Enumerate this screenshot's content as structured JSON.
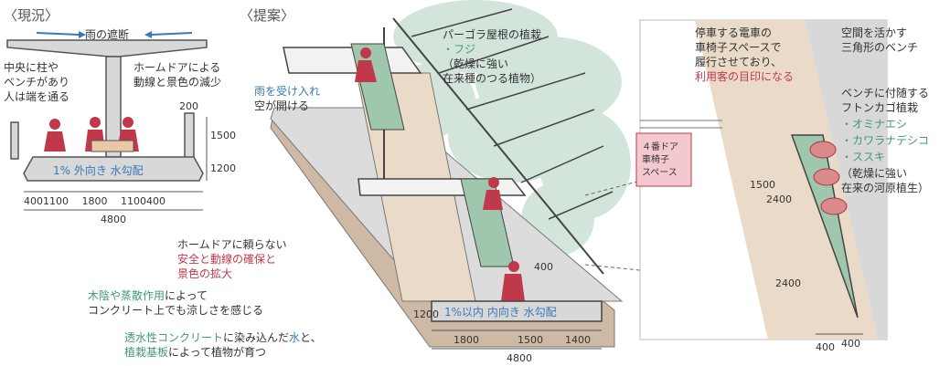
{
  "colors": {
    "red": "#c0394b",
    "blue": "#3a78b8",
    "green": "#3f9a76",
    "text": "#333333",
    "pink_box": "#f3c9cf"
  },
  "current": {
    "title": "〈現況〉",
    "roof": "雨の遮断",
    "note_left": [
      "中央に柱や",
      "ベンチがあり",
      "人は端を通る"
    ],
    "note_right": [
      "ホームドアによる",
      "動線と景色の減少"
    ],
    "dim_200": "200",
    "dim_1500": "1500",
    "dim_1200": "1200",
    "slope": "1% 外向き 水勾配",
    "widths": "4001100　 1800　 1100400",
    "total": "4800"
  },
  "proposal": {
    "title": "〈提案〉",
    "pergola": [
      "パーゴラ屋根の植栽",
      "・フジ",
      "（乾燥に強い",
      "在来種のつる植物）"
    ],
    "rain": [
      "雨を受け入れ",
      "空が開ける"
    ],
    "door_note_1": "ホームドアに頼らない",
    "door_note_2": "安全と動線の確保と",
    "door_note_3": "景色の拡大",
    "shade_1_green": "木陰や蒸散作用",
    "shade_1_rest": "によって",
    "shade_2": "コンクリート上でも涼しさを感じる",
    "perm_1_green": "透水性コンクリート",
    "perm_1_mid": "に染み込んだ",
    "perm_1_blue": "水",
    "perm_1_end": "と、",
    "perm_2_green": "植栽基板",
    "perm_2_rest": "によって植物が育つ",
    "dim_400": "400",
    "dim_1200": "1200",
    "slope": "1%以内 内向き 水勾配",
    "w1": "1800",
    "w2": "1500",
    "w3": "1400",
    "total": "4800"
  },
  "plan": {
    "train_note": [
      "停車する電車の",
      "車椅子スペースで",
      "履行させており、"
    ],
    "train_note_red": "利用客の目印になる",
    "door_box": [
      "４番ドア",
      "車椅子",
      "スペース"
    ],
    "bench_note": [
      "空間を活かす",
      "三角形のベンチ"
    ],
    "planting_title": [
      "ベンチに付随する",
      "フトンカゴ植栽"
    ],
    "plants": [
      "・オミナエシ",
      "・カワラナデシコ",
      "・ススキ"
    ],
    "plants_note": [
      "（乾燥に強い",
      "在来の河原植生）"
    ],
    "d1500": "1500",
    "d2400a": "2400",
    "d2400b": "2400",
    "d400a": "400",
    "d400b": "400"
  }
}
